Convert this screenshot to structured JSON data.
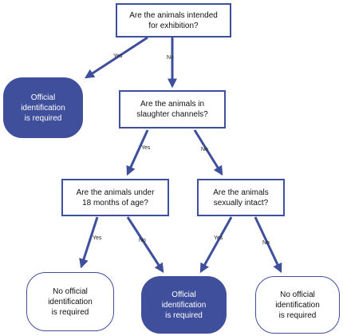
{
  "colors": {
    "accent": "#3f4f9b",
    "text": "#111111"
  },
  "questions": {
    "exhibition": "Are the animals intended\nfor exhibition?",
    "slaughter": "Are the animals in\nslaughter channels?",
    "age": "Are the animals under\n18 months of age?",
    "intact": "Are the animals\nsexually intact?"
  },
  "results": {
    "exhibition_yes": "Official\nidentification\nis required",
    "age_yes": "No official\nidentification\nis required",
    "center": "Official\nidentification\nis required",
    "intact_no": "No official\nidentification\nis required"
  },
  "edge_labels": {
    "yes": "Yes",
    "no": "No"
  }
}
